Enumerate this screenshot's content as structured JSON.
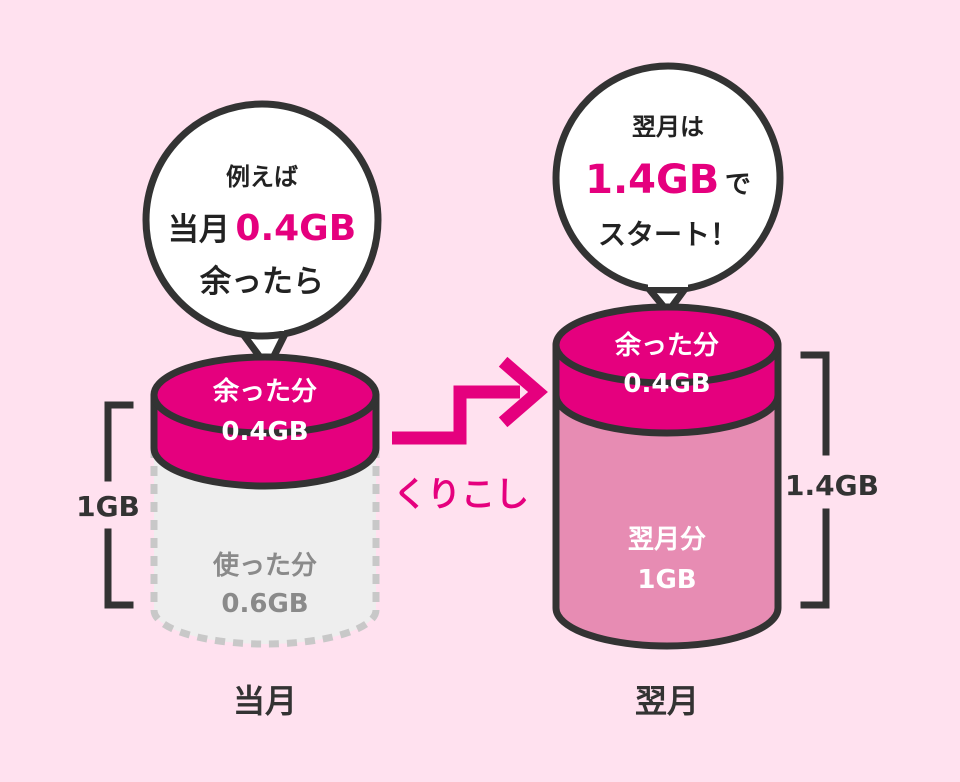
{
  "colors": {
    "background": "#ffe1ef",
    "magenta": "#e5007e",
    "pink_body": "#e78cb3",
    "outline": "#333333",
    "used_fill": "#eeeeee",
    "used_outline": "#c8c8c8",
    "used_text": "#8a8a8a"
  },
  "left": {
    "bubble": {
      "line1": "例えば",
      "line2_prefix": "当月",
      "line2_highlight": "0.4GB",
      "line3": "余ったら"
    },
    "remaining": {
      "label": "余った分",
      "value": "0.4GB"
    },
    "used": {
      "label": "使った分",
      "value": "0.6GB"
    },
    "bracket_label": "1GB",
    "caption": "当月"
  },
  "transfer": {
    "label": "くりこし"
  },
  "right": {
    "bubble": {
      "line1": "翌月は",
      "highlight": "1.4GB",
      "highlight_suffix": "で",
      "line3": "スタート！"
    },
    "carryover": {
      "label": "余った分",
      "value": "0.4GB"
    },
    "monthly": {
      "label": "翌月分",
      "value": "1GB"
    },
    "bracket_label": "1.4GB",
    "caption": "翌月"
  }
}
